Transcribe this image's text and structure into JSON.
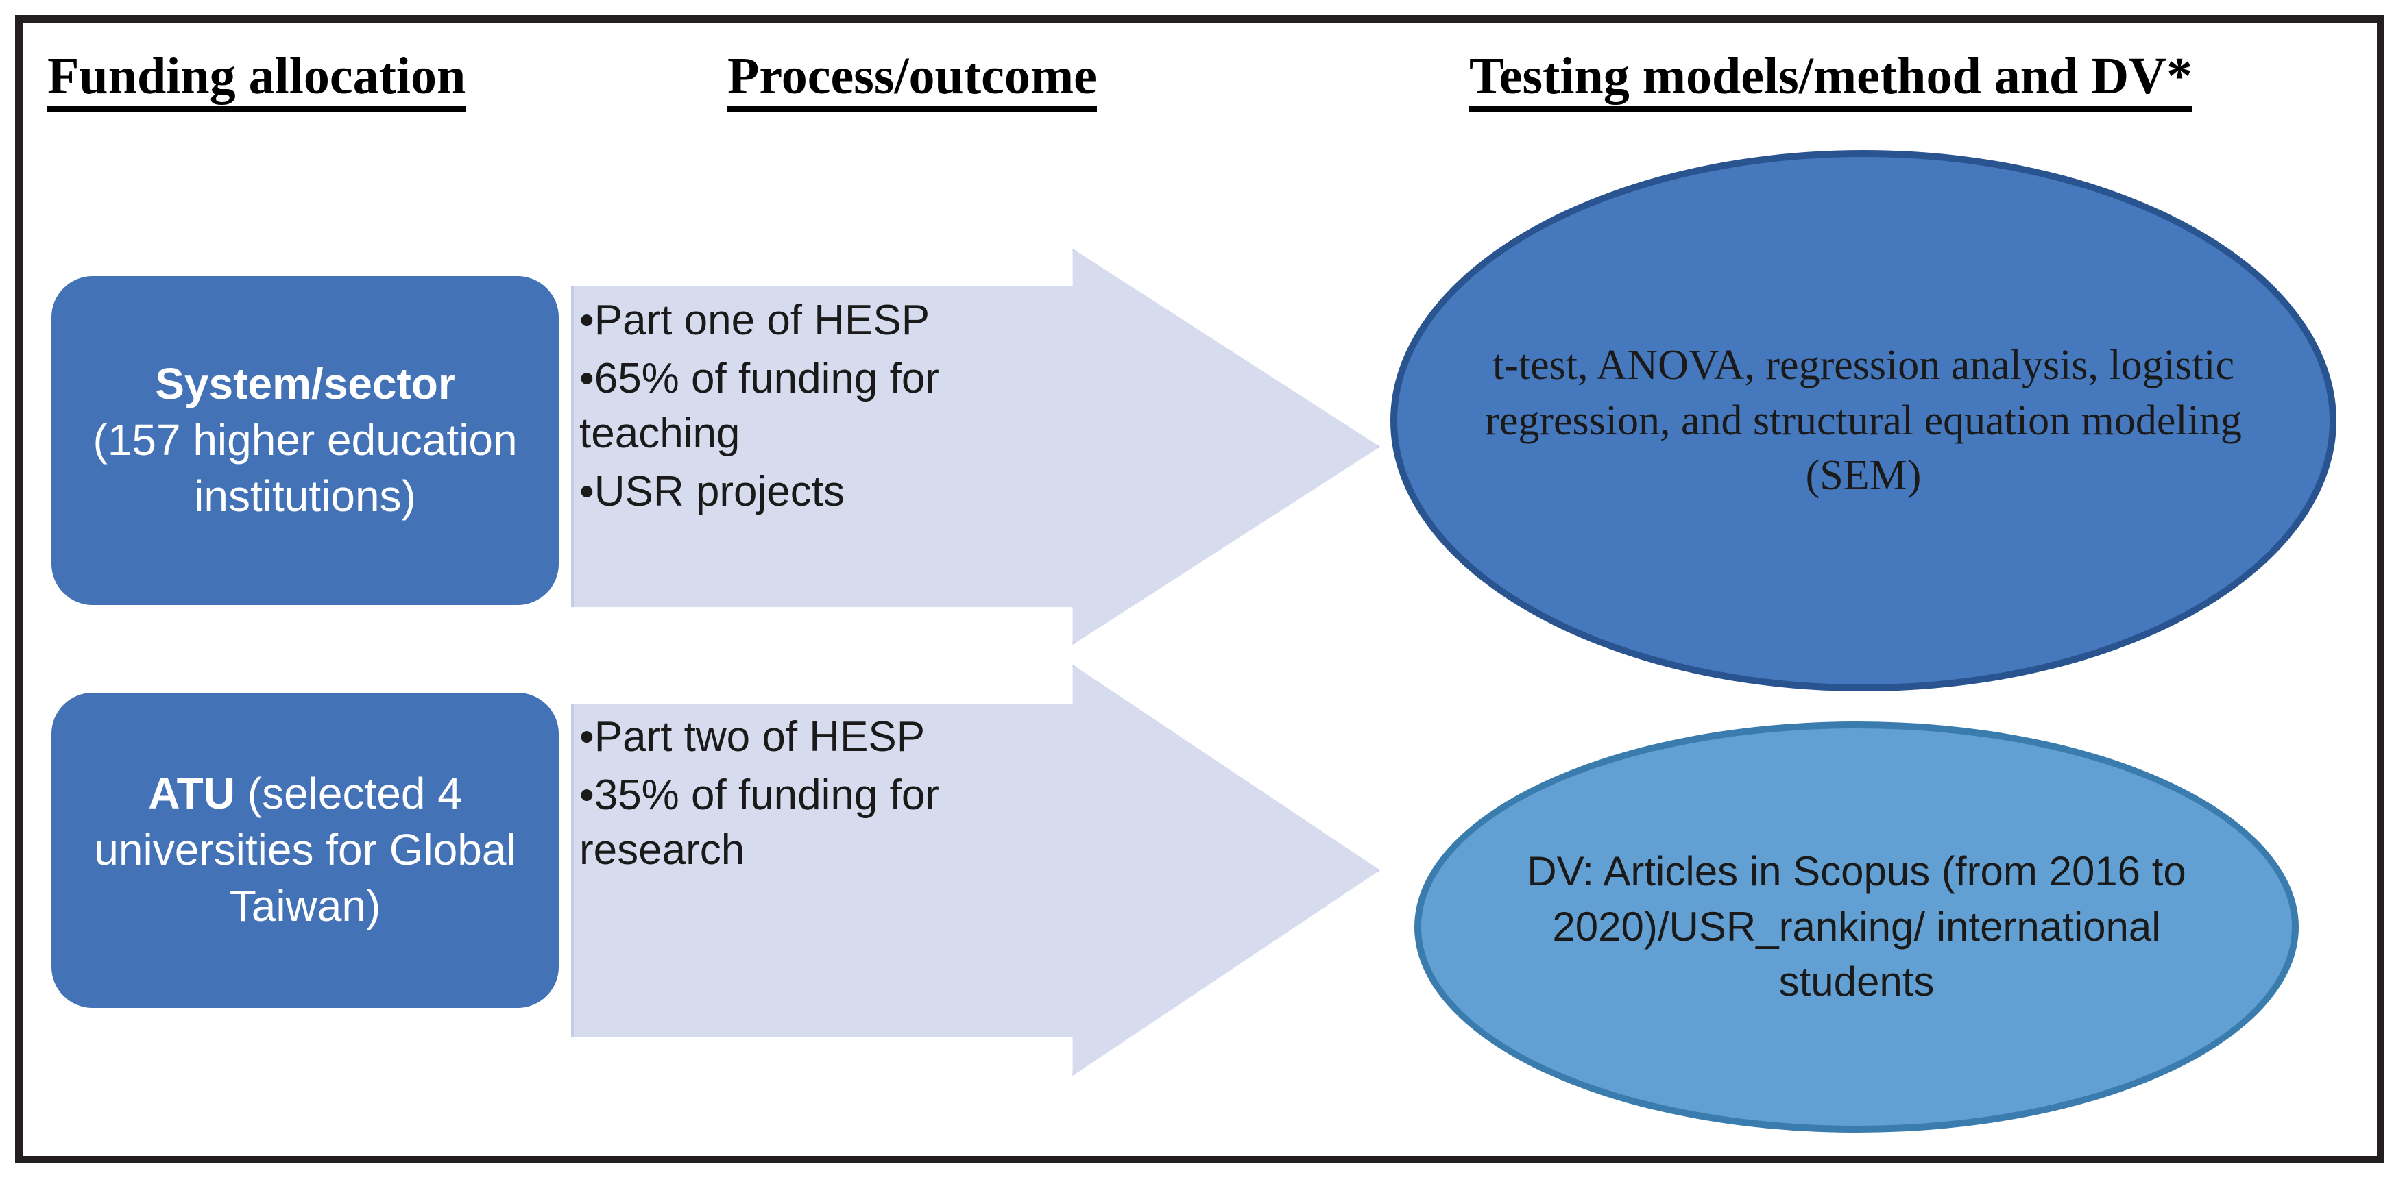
{
  "figure": {
    "frame_border_color": "#231f20",
    "columns": [
      {
        "id": "funding",
        "title": "Funding allocation"
      },
      {
        "id": "process",
        "title": "Process/outcome"
      },
      {
        "id": "testing",
        "title": "Testing models/method and DV*"
      }
    ]
  },
  "colors": {
    "box_blue": "#4472b6",
    "arrow_fill": "#d6dcee",
    "arrow_stroke": "#c5cde6",
    "ellipse_dark_fill": "#4678bd",
    "ellipse_dark_stroke": "#2a5490",
    "ellipse_light_fill": "#62a0d4",
    "ellipse_light_stroke": "#3a7cae",
    "frame": "#231f20",
    "text_dark": "#1a1a1a",
    "text_light": "#ffffff"
  },
  "rows": [
    {
      "id": "system-sector",
      "box": {
        "bold_label": "System/sector",
        "detail": "(157 higher education institutions)"
      },
      "bullets": [
        "Part one of HESP",
        "65% of funding for teaching",
        "USR projects"
      ]
    },
    {
      "id": "atu",
      "box": {
        "bold_label": "ATU",
        "detail": " (selected 4 universities for Global Taiwan)"
      },
      "bullets": [
        "Part two of HESP",
        "35% of funding for research"
      ]
    }
  ],
  "outcomes": [
    {
      "id": "methods",
      "text": "t-test, ANOVA, regression analysis, logistic regression, and structural equation modeling (SEM)"
    },
    {
      "id": "dv",
      "text": "DV: Articles in Scopus (from 2016 to 2020)/USR_ranking/ international students"
    }
  ],
  "bullet_glyph": "•"
}
